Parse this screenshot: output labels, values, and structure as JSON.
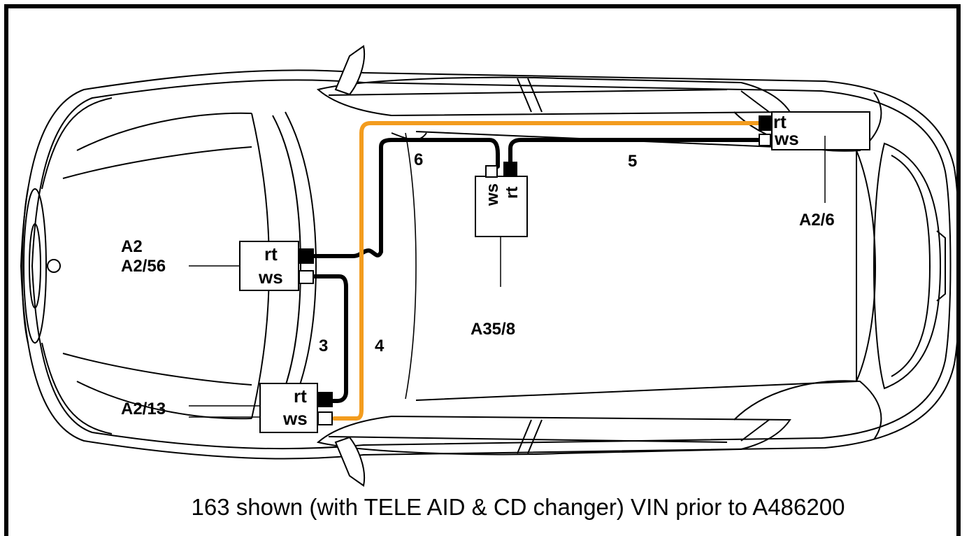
{
  "caption": "163 shown (with TELE AID & CD changer) VIN prior to A486200",
  "colors": {
    "frame": "#000000",
    "cable_orange": "#f39c1e",
    "cable_black": "#000000",
    "outline": "#000000"
  },
  "components": {
    "a2_56": {
      "label_top": "A2",
      "label_bottom": "A2/56",
      "rt": "rt",
      "ws": "ws"
    },
    "a2_13": {
      "label": "A2/13",
      "rt": "rt",
      "ws": "ws"
    },
    "a35_8": {
      "label": "A35/8",
      "ws": "ws",
      "rt": "rt"
    },
    "a2_6": {
      "label": "A2/6",
      "rt": "rt",
      "ws": "ws"
    }
  },
  "cables": {
    "c3": "3",
    "c4": "4",
    "c5": "5",
    "c6": "6"
  }
}
